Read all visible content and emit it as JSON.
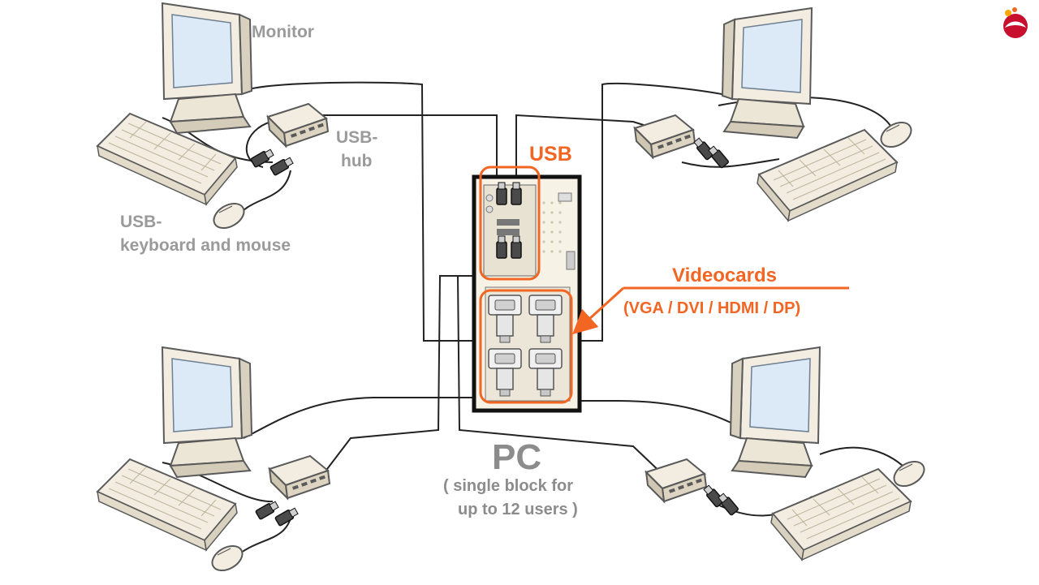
{
  "labels": {
    "monitor": "Monitor",
    "usb_hub_line1": "USB-",
    "usb_hub_line2": "hub",
    "keyboard_line1": "USB-",
    "keyboard_line2": "keyboard and mouse",
    "usb": "USB",
    "videocards": "Videocards",
    "videocards_sub": "(VGA / DVI / HDMI / DP)",
    "pc": "PC",
    "pc_sub_line1": "( single block for",
    "pc_sub_line2": "up to 12 users )"
  },
  "colors": {
    "accent": "#f26522",
    "label_gray": "#9a9a9a",
    "device_fill": "#f2ede0",
    "device_stroke": "#5a5a5a",
    "screen": "#dce9f6",
    "cable": "#222222"
  },
  "icons": [
    "logo-icon",
    "monitor-icon",
    "keyboard-icon",
    "mouse-icon",
    "usb-hub-icon",
    "usb-plug-icon",
    "pc-tower-icon",
    "arrow-icon"
  ]
}
